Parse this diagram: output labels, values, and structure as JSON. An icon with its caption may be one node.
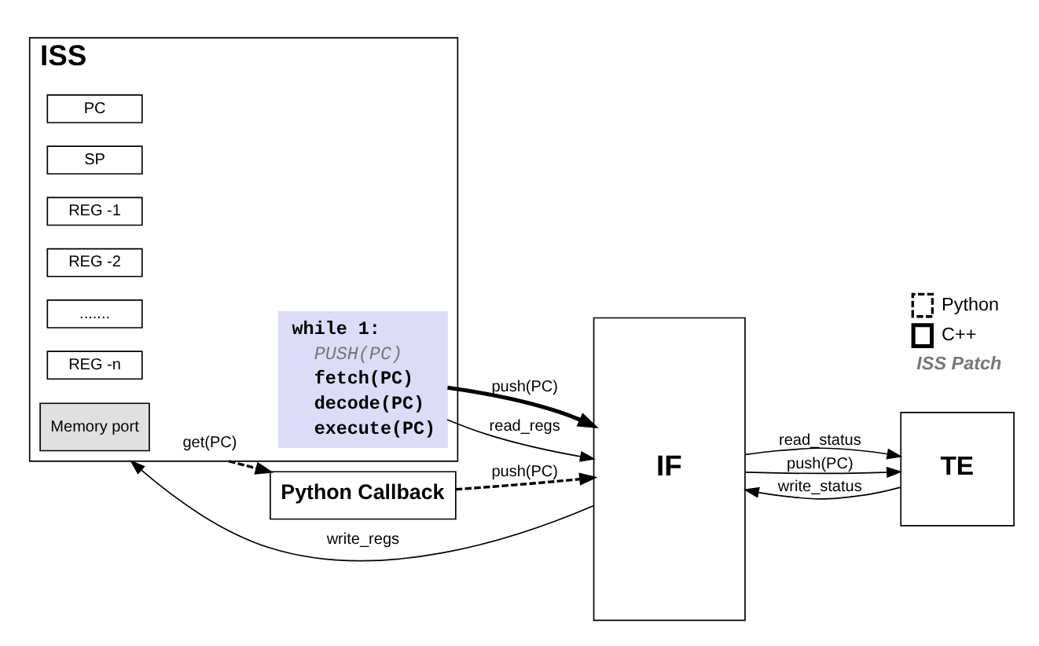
{
  "diagram": {
    "nodes": [
      {
        "text": [
          "ISS"
        ]
      },
      {
        "text": [
          "Memory port"
        ],
        "in": 0
      },
      {
        "text": [
          "PC"
        ],
        "in": 0
      },
      {
        "text": [
          "SP"
        ],
        "in": 0
      },
      {
        "text": [
          "REG -1"
        ],
        "in": 0
      },
      {
        "text": [
          "REG -2"
        ],
        "in": 0
      },
      {
        "text": [
          "......."
        ],
        "in": 0
      },
      {
        "text": [
          "REG -n"
        ],
        "in": 0
      },
      {
        "text": [
          "while 1:",
          "PUSH(PC)",
          "fetch(PC)",
          "decode(PC)",
          "execute(PC)"
        ],
        "in": 0
      },
      {
        "text": [
          "Python Callback"
        ]
      },
      {
        "text": [
          "IF"
        ]
      },
      {
        "text": [
          "TE"
        ]
      }
    ],
    "edges": [
      {
        "from": 0,
        "to": 9,
        "arrow": "to",
        "label": "get(PC)",
        "style": "dashed"
      },
      {
        "from": 9,
        "to": 10,
        "arrow": "to",
        "label": "push(PC)",
        "style": "dashed"
      },
      {
        "from": 10,
        "to": 0,
        "arrow": "to",
        "label": "write_regs"
      },
      {
        "from": 8,
        "to": 10,
        "arrow": "to",
        "label": "push(PC)",
        "style": "thick"
      },
      {
        "from": 8,
        "to": 10,
        "arrow": "to",
        "label": "read_regs"
      },
      {
        "from": 10,
        "to": 11,
        "arrow": "to",
        "label": "read_status"
      },
      {
        "from": 10,
        "to": 11,
        "arrow": "to",
        "label": "push(PC)"
      },
      {
        "from": 11,
        "to": 10,
        "arrow": "to",
        "label": "write_status"
      }
    ],
    "labels": [
      "ISS Patch"
    ],
    "legend": [
      {
        "text": "Python"
      },
      {
        "text": "C++"
      }
    ]
  }
}
